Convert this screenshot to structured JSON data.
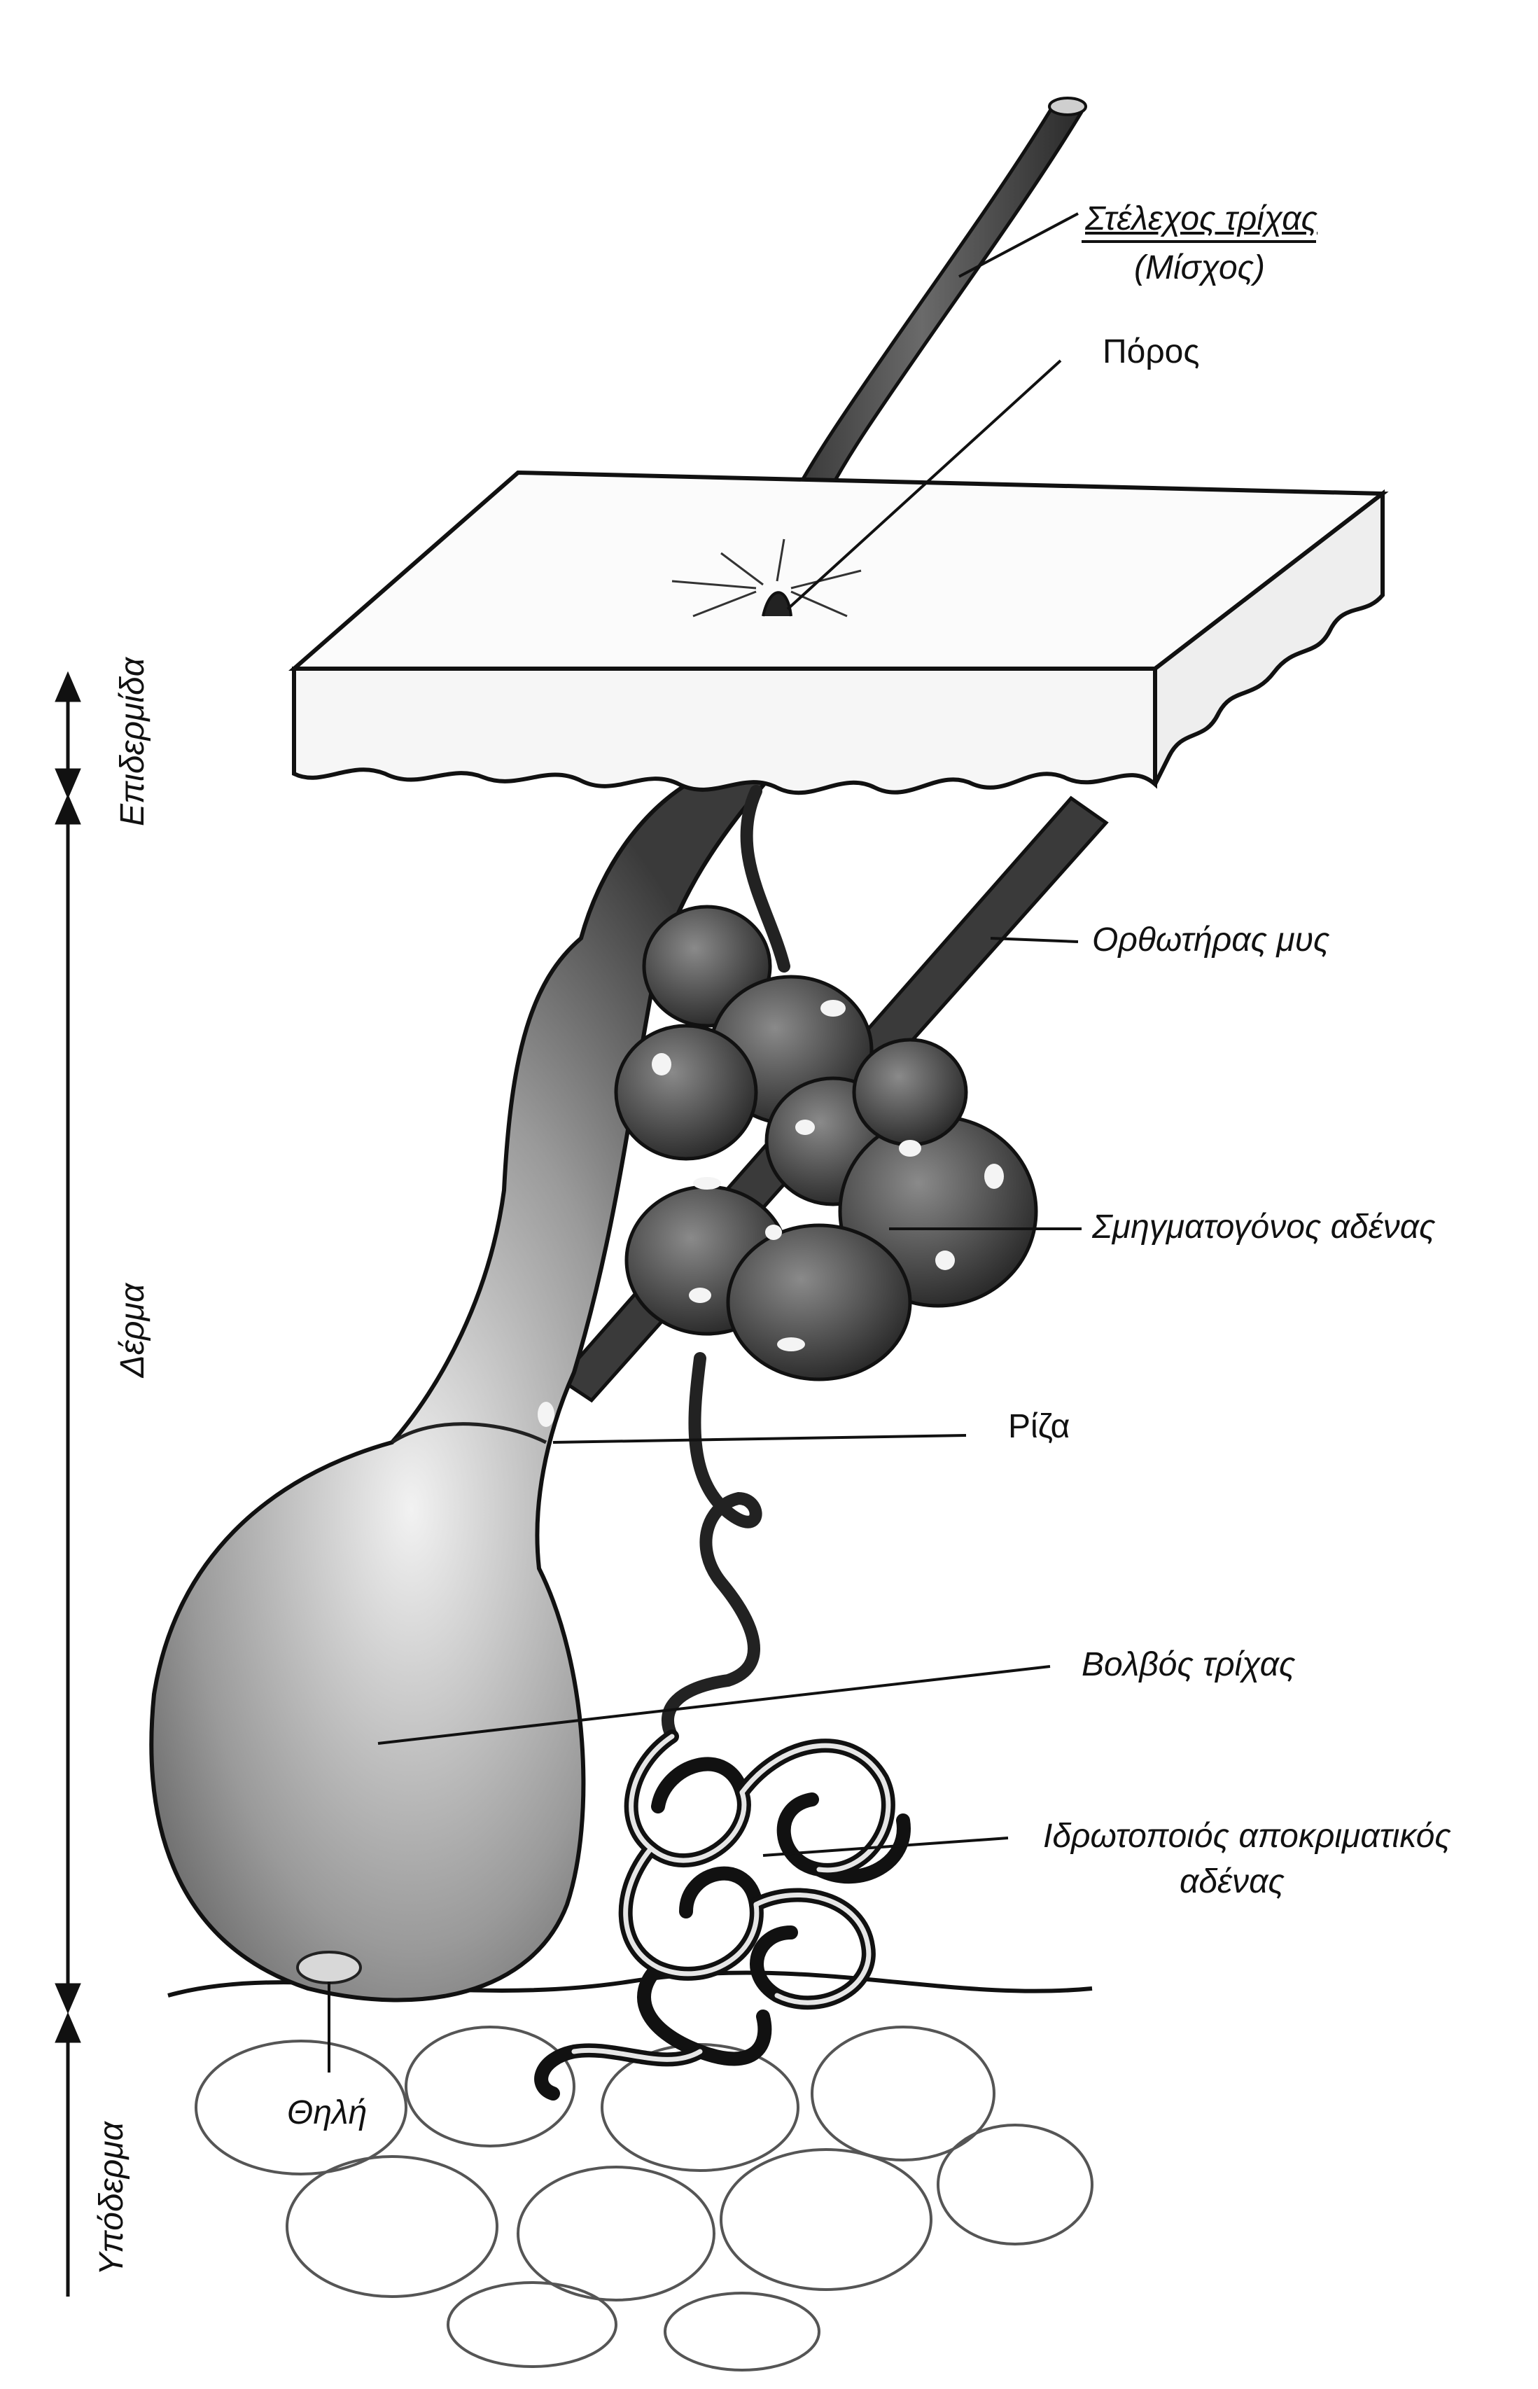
{
  "labels": {
    "hair_shaft": "Στέλεχος τρίχας",
    "hair_shaft_sub": "(Μίσχος)",
    "pore": "Πόρος",
    "arrector_muscle": "Ορθωτήρας μυς",
    "sebaceous_gland": "Σμηγματογόνος αδένας",
    "root": "Ρίζα",
    "hair_bulb": "Βολβός τρίχας",
    "apocrine_gland_line1": "Ιδρωτοποιός αποκριματικός",
    "apocrine_gland_line2": "αδένας",
    "papilla": "Θηλή"
  },
  "layers": {
    "epidermis": "Επιδερμίδα",
    "dermis": "Δέρμα",
    "hypodermis": "Υπόδερμα"
  }
}
